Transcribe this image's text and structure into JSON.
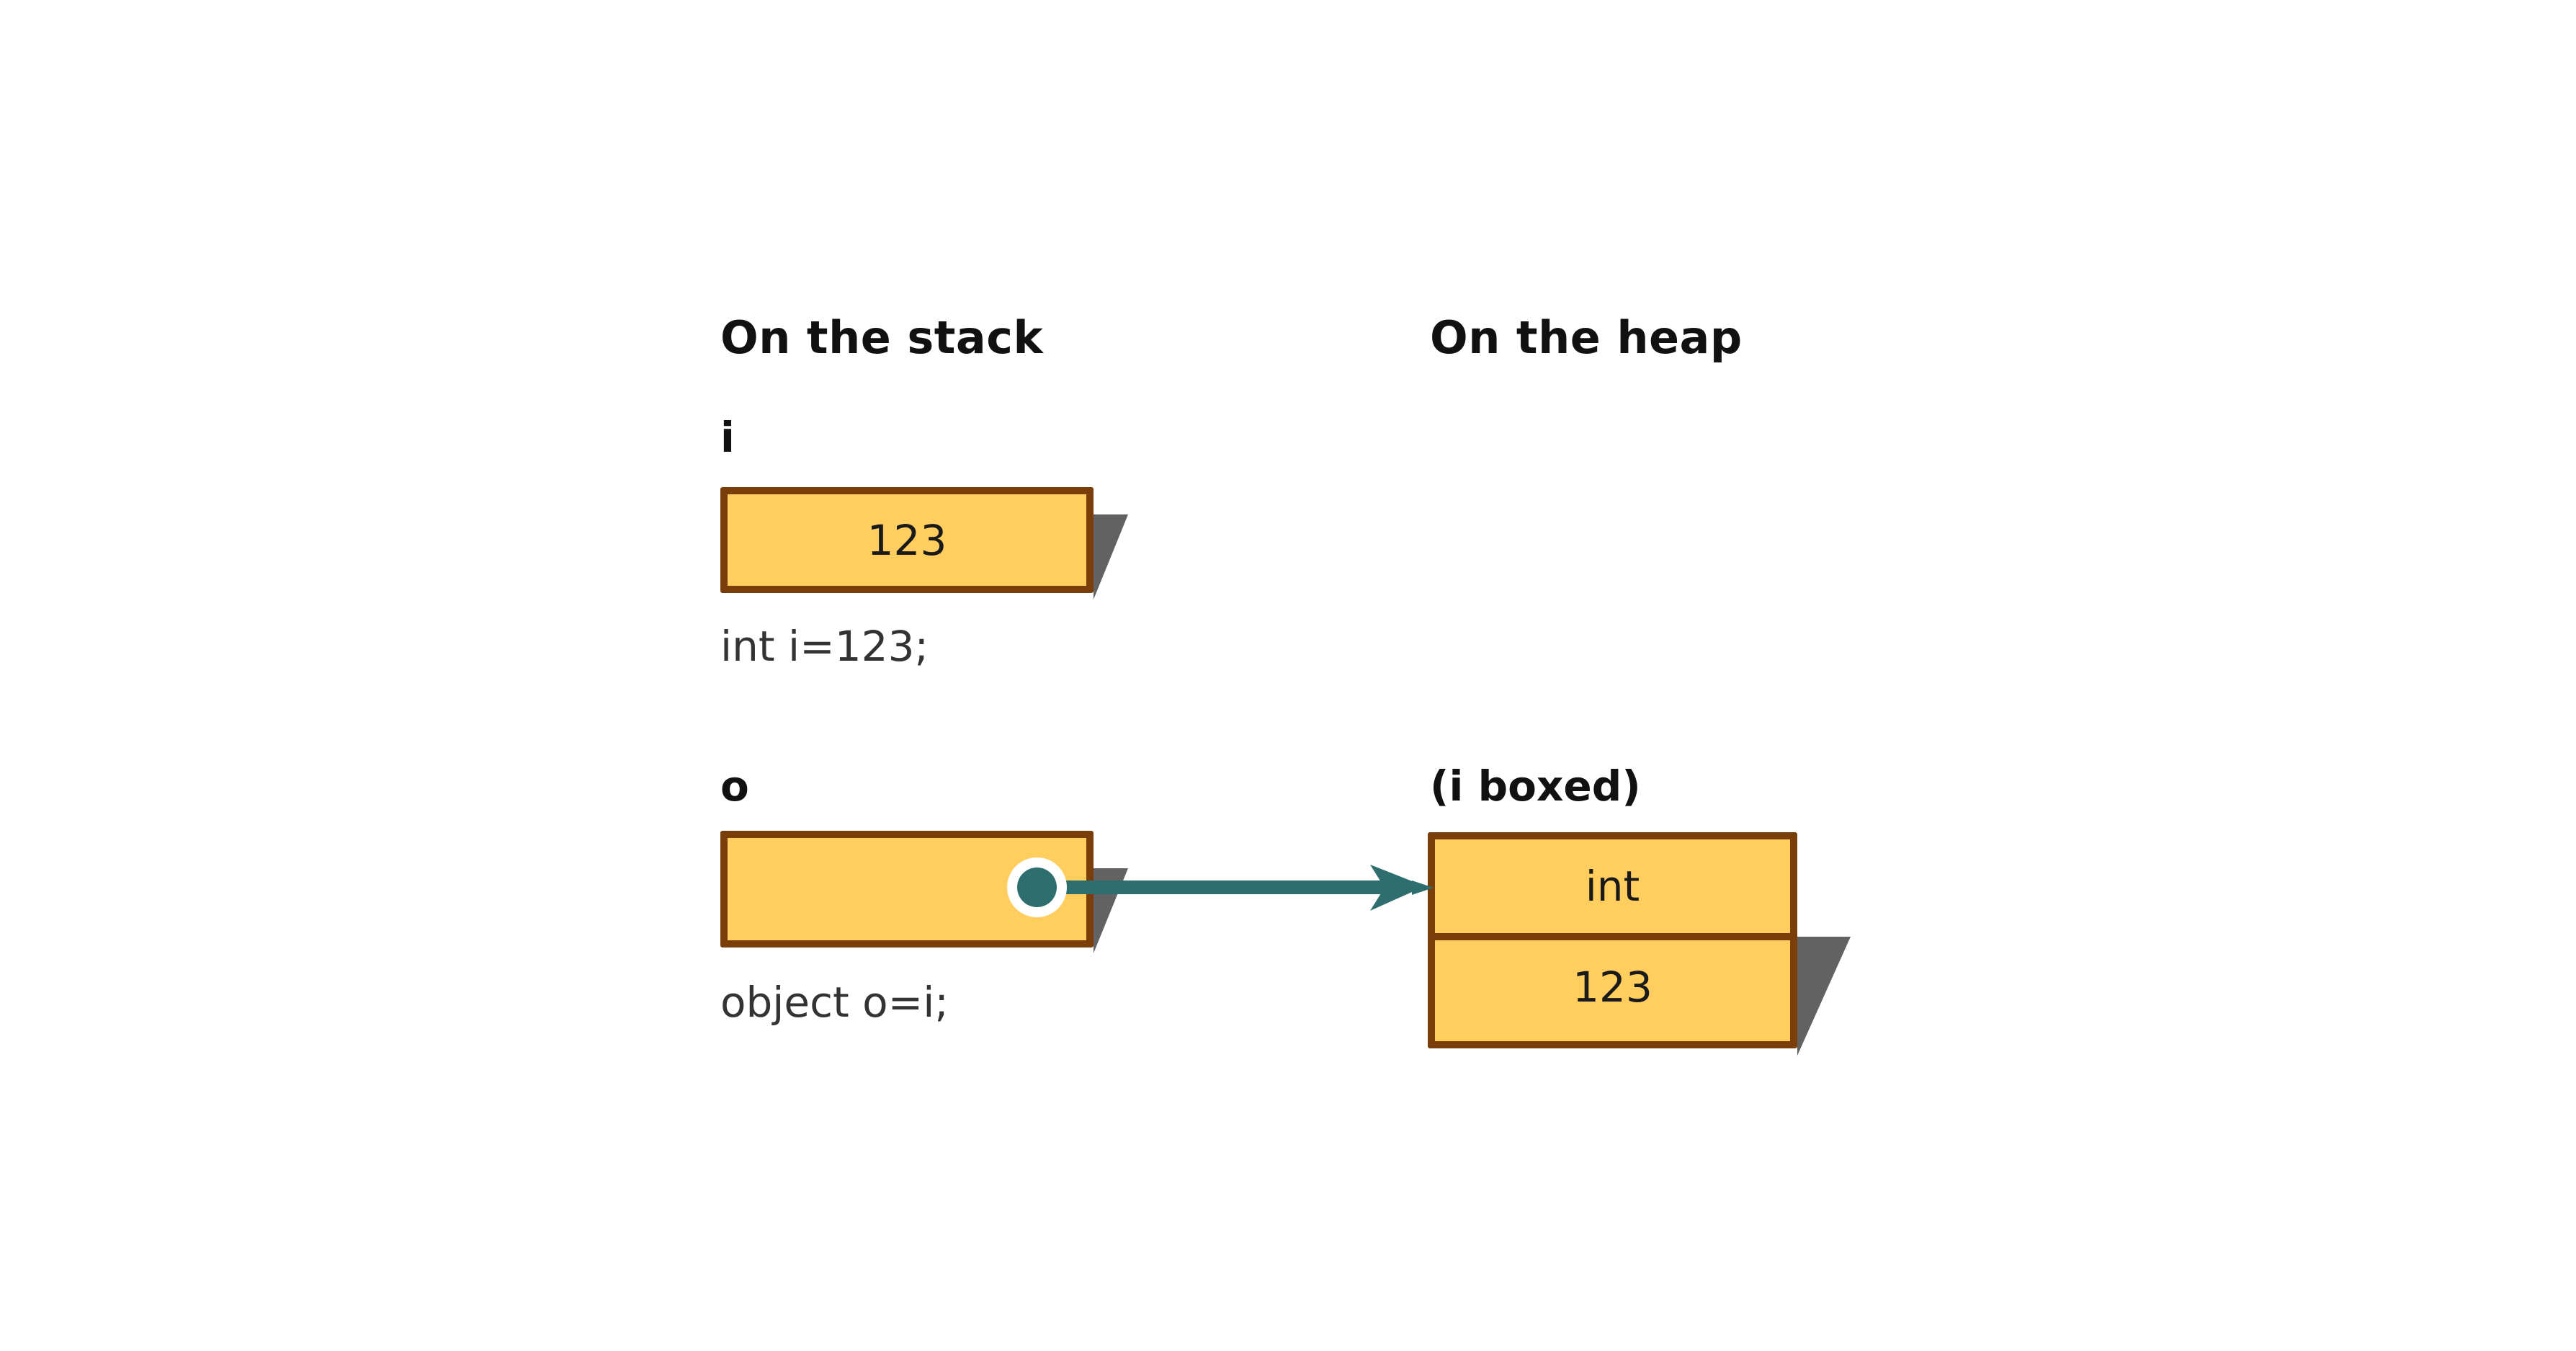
{
  "diagram": {
    "title_stack": "On the stack",
    "title_heap": "On the heap",
    "colors": {
      "box_fill": "#FFCE5E",
      "box_border": "#7A3E0A",
      "shadow": "#626262",
      "arrow": "#2E6E6E",
      "background": "#FFFFFF",
      "text": "#111111"
    },
    "stack": {
      "slot_i": {
        "label": "i",
        "value": "123",
        "caption": "int i=123;"
      },
      "slot_o": {
        "label": "o",
        "value": "",
        "caption": "object o=i;"
      }
    },
    "heap": {
      "object": {
        "label": "(i boxed)",
        "type_cell": "int",
        "value_cell": "123"
      }
    },
    "arrow": {
      "from": "o",
      "to": "(i boxed)",
      "semantic": "reference-pointer"
    }
  }
}
